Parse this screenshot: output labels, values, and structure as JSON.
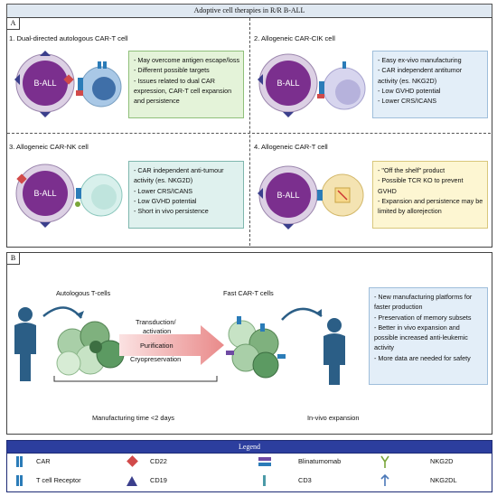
{
  "title": "Adoptive cell therapies in R/R B-ALL",
  "panel_a": {
    "tag": "A",
    "cell_label": "B-ALL",
    "q1": {
      "title": "1. Dual-directed autologous CAR-T cell",
      "bullets": [
        "- May overcome antigen escape/loss",
        "- Different possible targets",
        "- Issues related to dual CAR",
        "expression, CAR-T cell expansion",
        "and persistence"
      ]
    },
    "q2": {
      "title": "2. Allogeneic CAR-CIK cell",
      "bullets": [
        "- Easy ex-vivo manufacturing",
        "- CAR independent antitumor",
        "activity (es. NKG2D)",
        "- Low GVHD potential",
        "- Lower CRS/ICANS"
      ]
    },
    "q3": {
      "title": "3. Allogeneic CAR-NK cell",
      "bullets": [
        "- CAR independent anti-tumour",
        "activity (es. NKG2D)",
        "- Lower CRS/ICANS",
        "- Low GVHD potential",
        "- Short in vivo persistence"
      ]
    },
    "q4": {
      "title": "4. Allogeneic CAR-T cell",
      "bullets": [
        "- \"Off the shelf\" product",
        "- Possible TCR KO to prevent",
        "GVHD",
        "- Expansion and persistence may be",
        "limited by allorejection"
      ]
    }
  },
  "panel_b": {
    "tag": "B",
    "autologous": "Autologous T-cells",
    "fast": "Fast CAR-T cells",
    "step1": "Transduction/",
    "step1b": "activation",
    "step2": "Purification",
    "step3": "Cryopreservation",
    "manufacturing": "Manufacturing time <2 days",
    "invivo": "In-vivo expansion",
    "bullets": [
      "- New manufacturing platforms for",
      "faster production",
      "- Preservation of memory subsets",
      "- Better in vivo expansion and",
      "possible increased anti-leukemic",
      "activity",
      "- More data are needed for safety"
    ]
  },
  "legend": {
    "title": "Legend",
    "items": [
      "CAR",
      "CD22",
      "Blinatumomab",
      "NKG2D",
      "T cell Receptor",
      "CD19",
      "CD3",
      "NKG2DL"
    ]
  },
  "colors": {
    "ball": "#7b2f8e",
    "cd22": "#d14a4a",
    "cd19": "#3b3f8c",
    "car": "#2b7cb8",
    "legend": "#2c3e9e"
  }
}
